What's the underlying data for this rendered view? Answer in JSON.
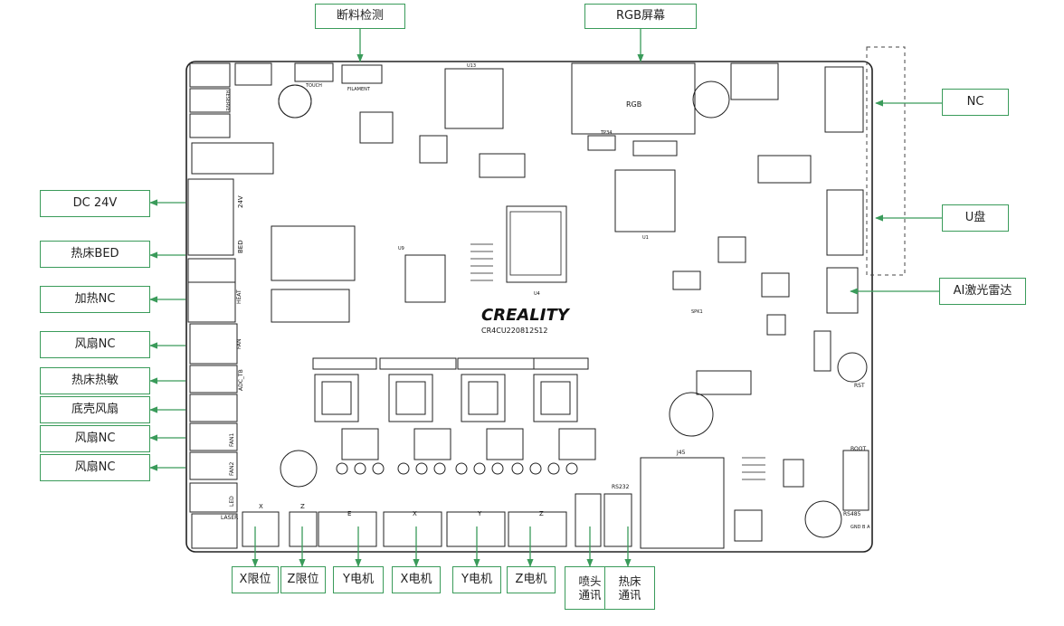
{
  "board": {
    "logo": "CREALITY",
    "model": "CR4CU220812S12",
    "silk": {
      "rgb": "RGB",
      "touch": "TOUCH",
      "filament": "FILAMENT",
      "reserve": "RESERVE",
      "dc24v": "24V",
      "bed": "BED",
      "heat": "HEAT",
      "fan": "FAN",
      "adc_tb": "ADC_TB",
      "fan1": "FAN1",
      "fan2": "FAN2",
      "led": "LED",
      "laser": "LASER",
      "x": "X",
      "z": "Z",
      "e": "E",
      "y": "Y",
      "rs232": "RS232",
      "rs485": "RS485",
      "boot": "BOOT",
      "rst": "RST",
      "gnd_b_a": "GND B A",
      "j45": "J45",
      "u13": "U13",
      "u1": "U1",
      "u4": "U4",
      "u9": "U9",
      "tp34": "TP34",
      "spk1": "SPK1"
    }
  },
  "labels": {
    "filament": "断料检测",
    "rgb": "RGB屏幕",
    "nc_top": "NC",
    "dc24v": "DC 24V",
    "udisk": "U盘",
    "bed": "热床BED",
    "heat_nc": "加热NC",
    "lidar": "AI激光雷达",
    "fan_nc_1": "风扇NC",
    "bed_therm": "热床热敏",
    "case_fan": "底壳风扇",
    "fan_nc_2": "风扇NC",
    "fan_nc_3": "风扇NC",
    "x_limit": "X限位",
    "z_limit": "Z限位",
    "y_motor_1": "Y电机",
    "x_motor": "X电机",
    "y_motor_2": "Y电机",
    "z_motor": "Z电机",
    "nozzle_comm_1": "喷头",
    "nozzle_comm_2": "通讯",
    "bed_comm_1": "热床",
    "bed_comm_2": "通讯"
  },
  "colors": {
    "accent": "#3a9b5a",
    "line": "#222222",
    "board": "#ffffff"
  }
}
